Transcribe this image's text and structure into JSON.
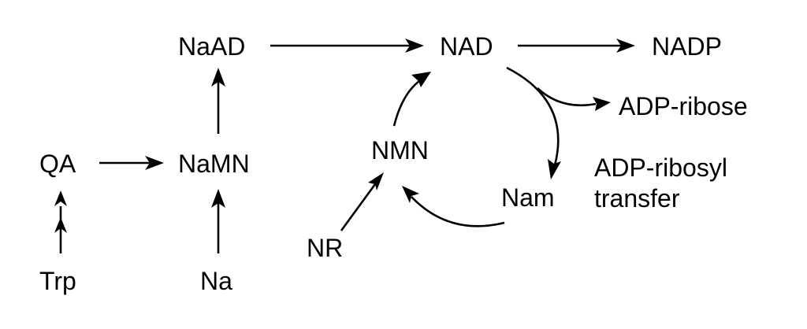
{
  "diagram": {
    "nodes": {
      "naad": "NaAD",
      "nad": "NAD",
      "nadp": "NADP",
      "adp_ribose": "ADP-ribose",
      "qa": "QA",
      "namn": "NaMN",
      "nmn": "NMN",
      "adp_ribosyl_line1": "ADP-ribosyl",
      "adp_ribosyl_line2": "transfer",
      "nam": "Nam",
      "nr": "NR",
      "trp": "Trp",
      "na": "Na"
    },
    "edges": [
      {
        "from": "NaAD",
        "to": "NAD"
      },
      {
        "from": "NAD",
        "to": "NADP"
      },
      {
        "from": "NAD",
        "to": "ADP-ribose"
      },
      {
        "from": "NAD",
        "to": "Nam"
      },
      {
        "from": "Nam",
        "to": "NMN"
      },
      {
        "from": "NMN",
        "to": "NAD"
      },
      {
        "from": "NR",
        "to": "NMN"
      },
      {
        "from": "QA",
        "to": "NaMN"
      },
      {
        "from": "NaMN",
        "to": "NaAD"
      },
      {
        "from": "Na",
        "to": "NaMN"
      },
      {
        "from": "Trp",
        "to": "QA"
      }
    ],
    "colors": {
      "line": "#000000",
      "background": "#ffffff"
    }
  }
}
